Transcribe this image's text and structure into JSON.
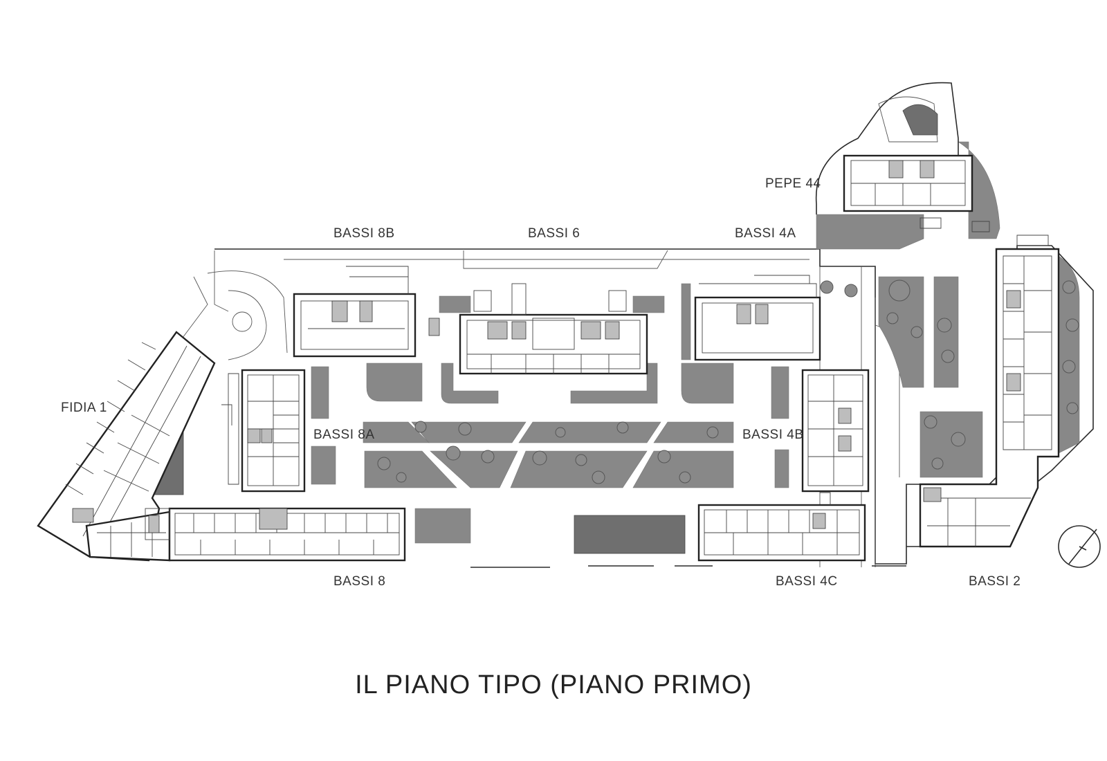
{
  "title": "IL PIANO TIPO (PIANO PRIMO)",
  "buildings": {
    "fidia1": "FIDIA 1",
    "bassi8a": "BASSI 8A",
    "bassi8b": "BASSI 8B",
    "bassi6": "BASSI 6",
    "bassi4a": "BASSI 4A",
    "pepe44": "PEPE 44",
    "bassi4b": "BASSI 4B",
    "bassi8": "BASSI 8",
    "bassi4c": "BASSI 4C",
    "bassi2": "BASSI 2"
  },
  "colors": {
    "green_area": "#888888",
    "building_outline": "#222222",
    "text": "#333333"
  }
}
